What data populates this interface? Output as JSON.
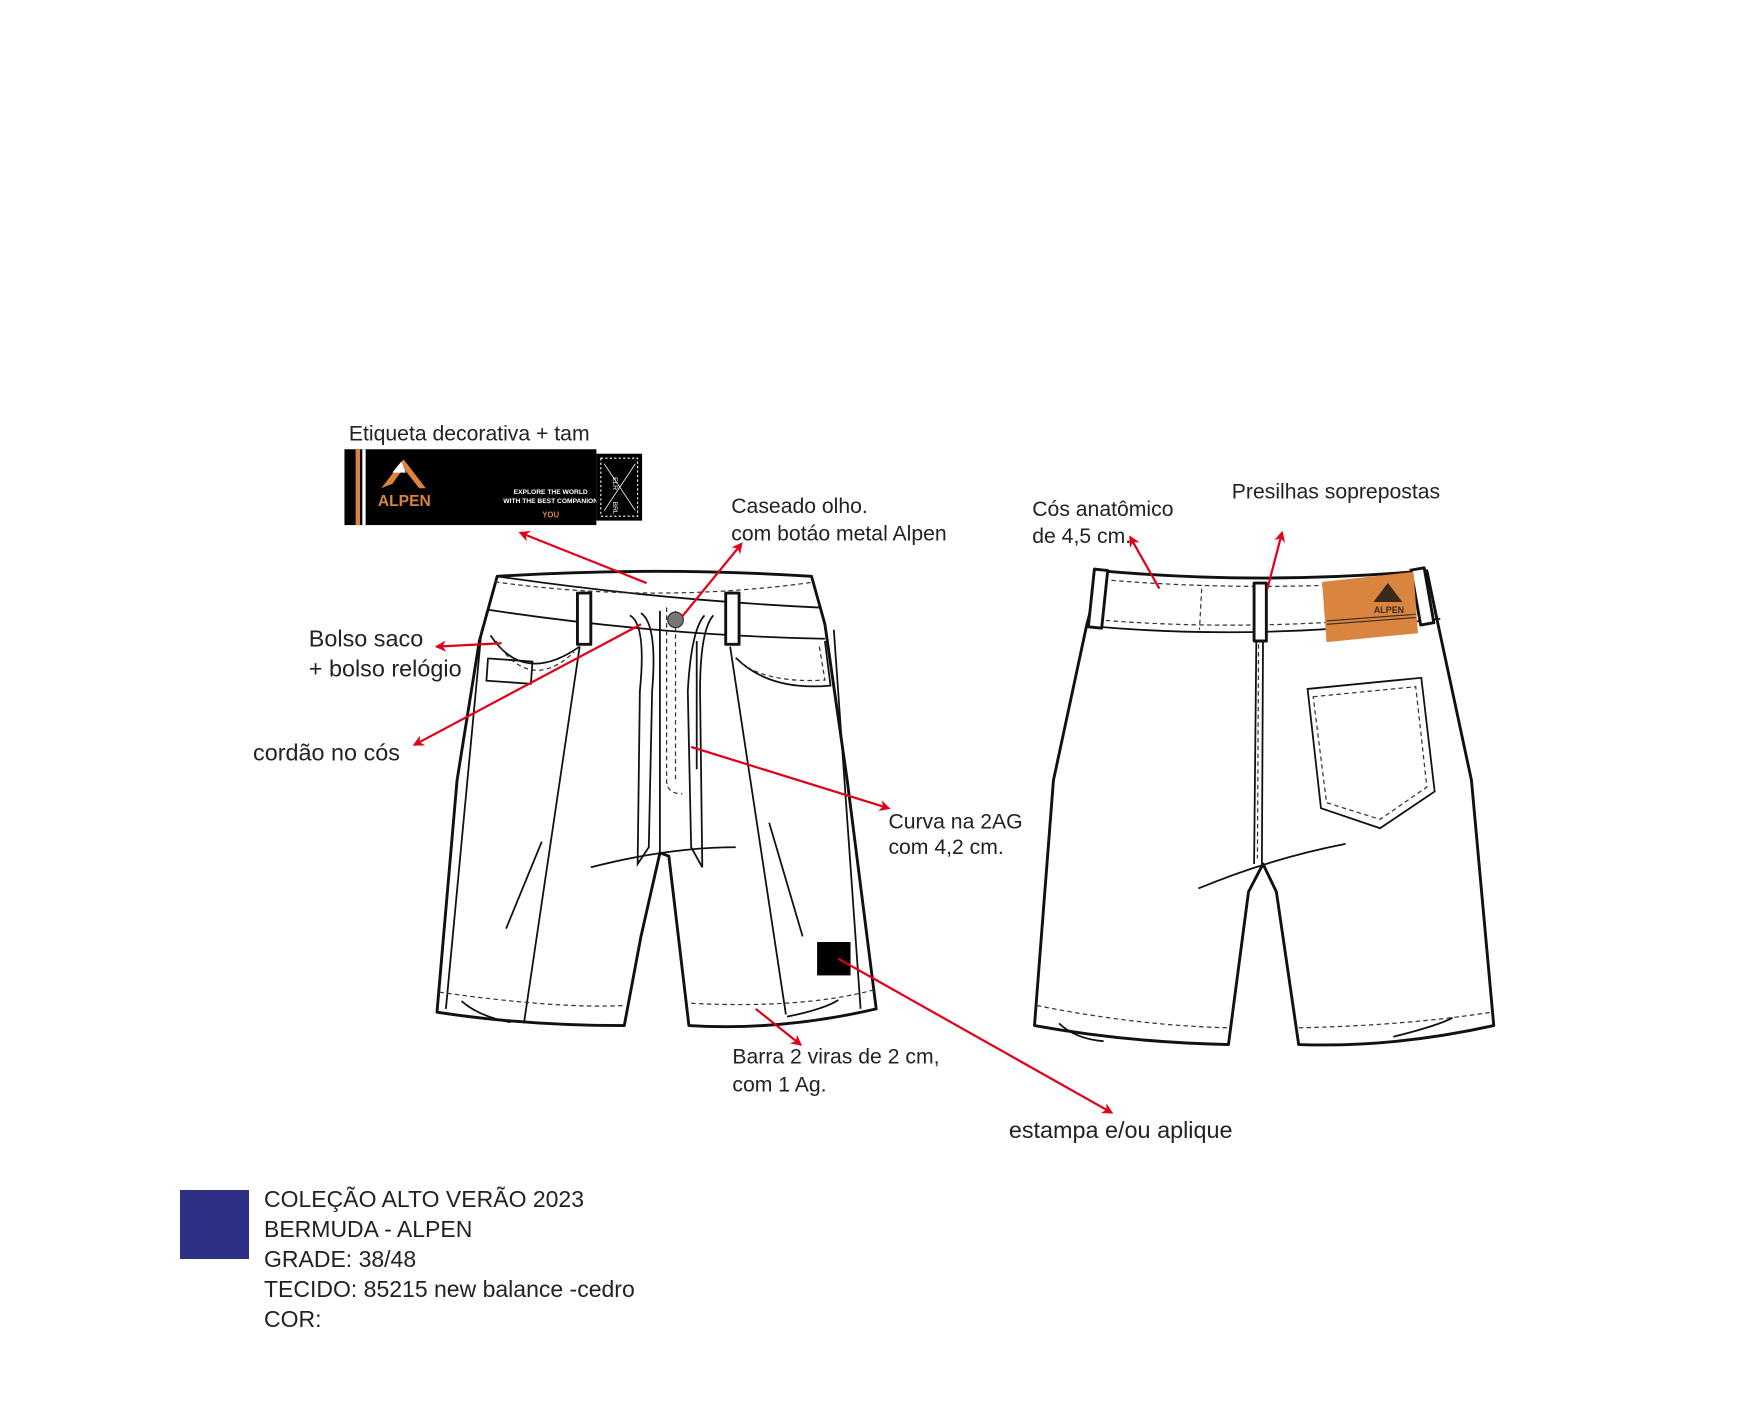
{
  "labels": {
    "etiqueta": "Etiqueta decorativa + tam",
    "caseado_1": "Caseado olho.",
    "caseado_2": "com botáo metal Alpen",
    "bolso_1": "Bolso saco",
    "bolso_2": "+ bolso relógio",
    "cordao": "cordão no cós",
    "curva_1": "Curva na 2AG",
    "curva_2": "com 4,2 cm.",
    "barra_1": "Barra 2 viras de 2 cm,",
    "barra_2": "com 1 Ag.",
    "estampa": "estampa e/ou aplique",
    "cos_1": "Cós anatômico",
    "cos_2": "de 4,5 cm.",
    "presilhas": "Presilhas soprepostas"
  },
  "tag": {
    "brand": "ALPEN",
    "slogan_1": "EXPLORE THE WORLD",
    "slogan_2": "WITH THE BEST COMPANION",
    "you": "YOU",
    "size_top": "ELR",
    "size_bottom": "BRL"
  },
  "info": {
    "line1": "COLEÇÃO ALTO VERÃO 2023",
    "line2": "BERMUDA - ALPEN",
    "line3": "GRADE: 38/48",
    "line4": "TECIDO: 85215 new balance -cedro",
    "line5": "COR:"
  },
  "colors": {
    "swatch": "#2e3086",
    "arrow": "#e0001a",
    "brand_orange": "#d9843f"
  }
}
